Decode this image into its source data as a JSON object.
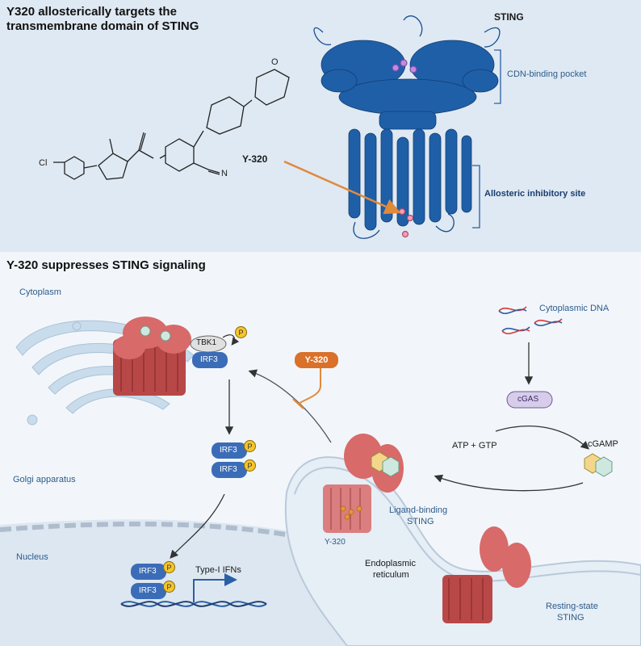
{
  "top": {
    "title_line1": "Y320 allosterically targets the",
    "title_line2": "transmembrane domain of STING",
    "protein_label": "STING",
    "site_upper": "CDN-binding pocket",
    "site_lower": "Allosteric inhibitory site",
    "compound_label": "Y-320",
    "atom_cl": "Cl",
    "atom_n_cyano": "N",
    "atom_o_morph": "O"
  },
  "bottom": {
    "title": "Y-320 suppresses STING signaling",
    "cytoplasm": "Cytoplasm",
    "golgi": "Golgi apparatus",
    "nucleus": "Nucleus",
    "er_line1": "Endoplasmic",
    "er_line2": "reticulum",
    "tbk1": "TBK1",
    "irf3": "IRF3",
    "p": "P",
    "inhibitor": "Y-320",
    "cyto_dna": "Cytoplasmic DNA",
    "cgas": "cGAS",
    "atp_gtp": "ATP + GTP",
    "cgamp": "cGAMP",
    "lig_line1": "Ligand-binding",
    "lig_line2": "STING",
    "y320_small": "Y-320",
    "rest_line1": "Resting-state",
    "rest_line2": "STING",
    "type1": "Type-I IFNs"
  },
  "colors": {
    "top_bg": "#dfe9f3",
    "bottom_bg": "#f2f6fa",
    "protein_blue": "#1f5fa8",
    "irf3": "#3b6cb7",
    "sting_red": "#d86a6a",
    "inhibitor_orange": "#d9712a",
    "phospho_yellow": "#f5c52b"
  }
}
